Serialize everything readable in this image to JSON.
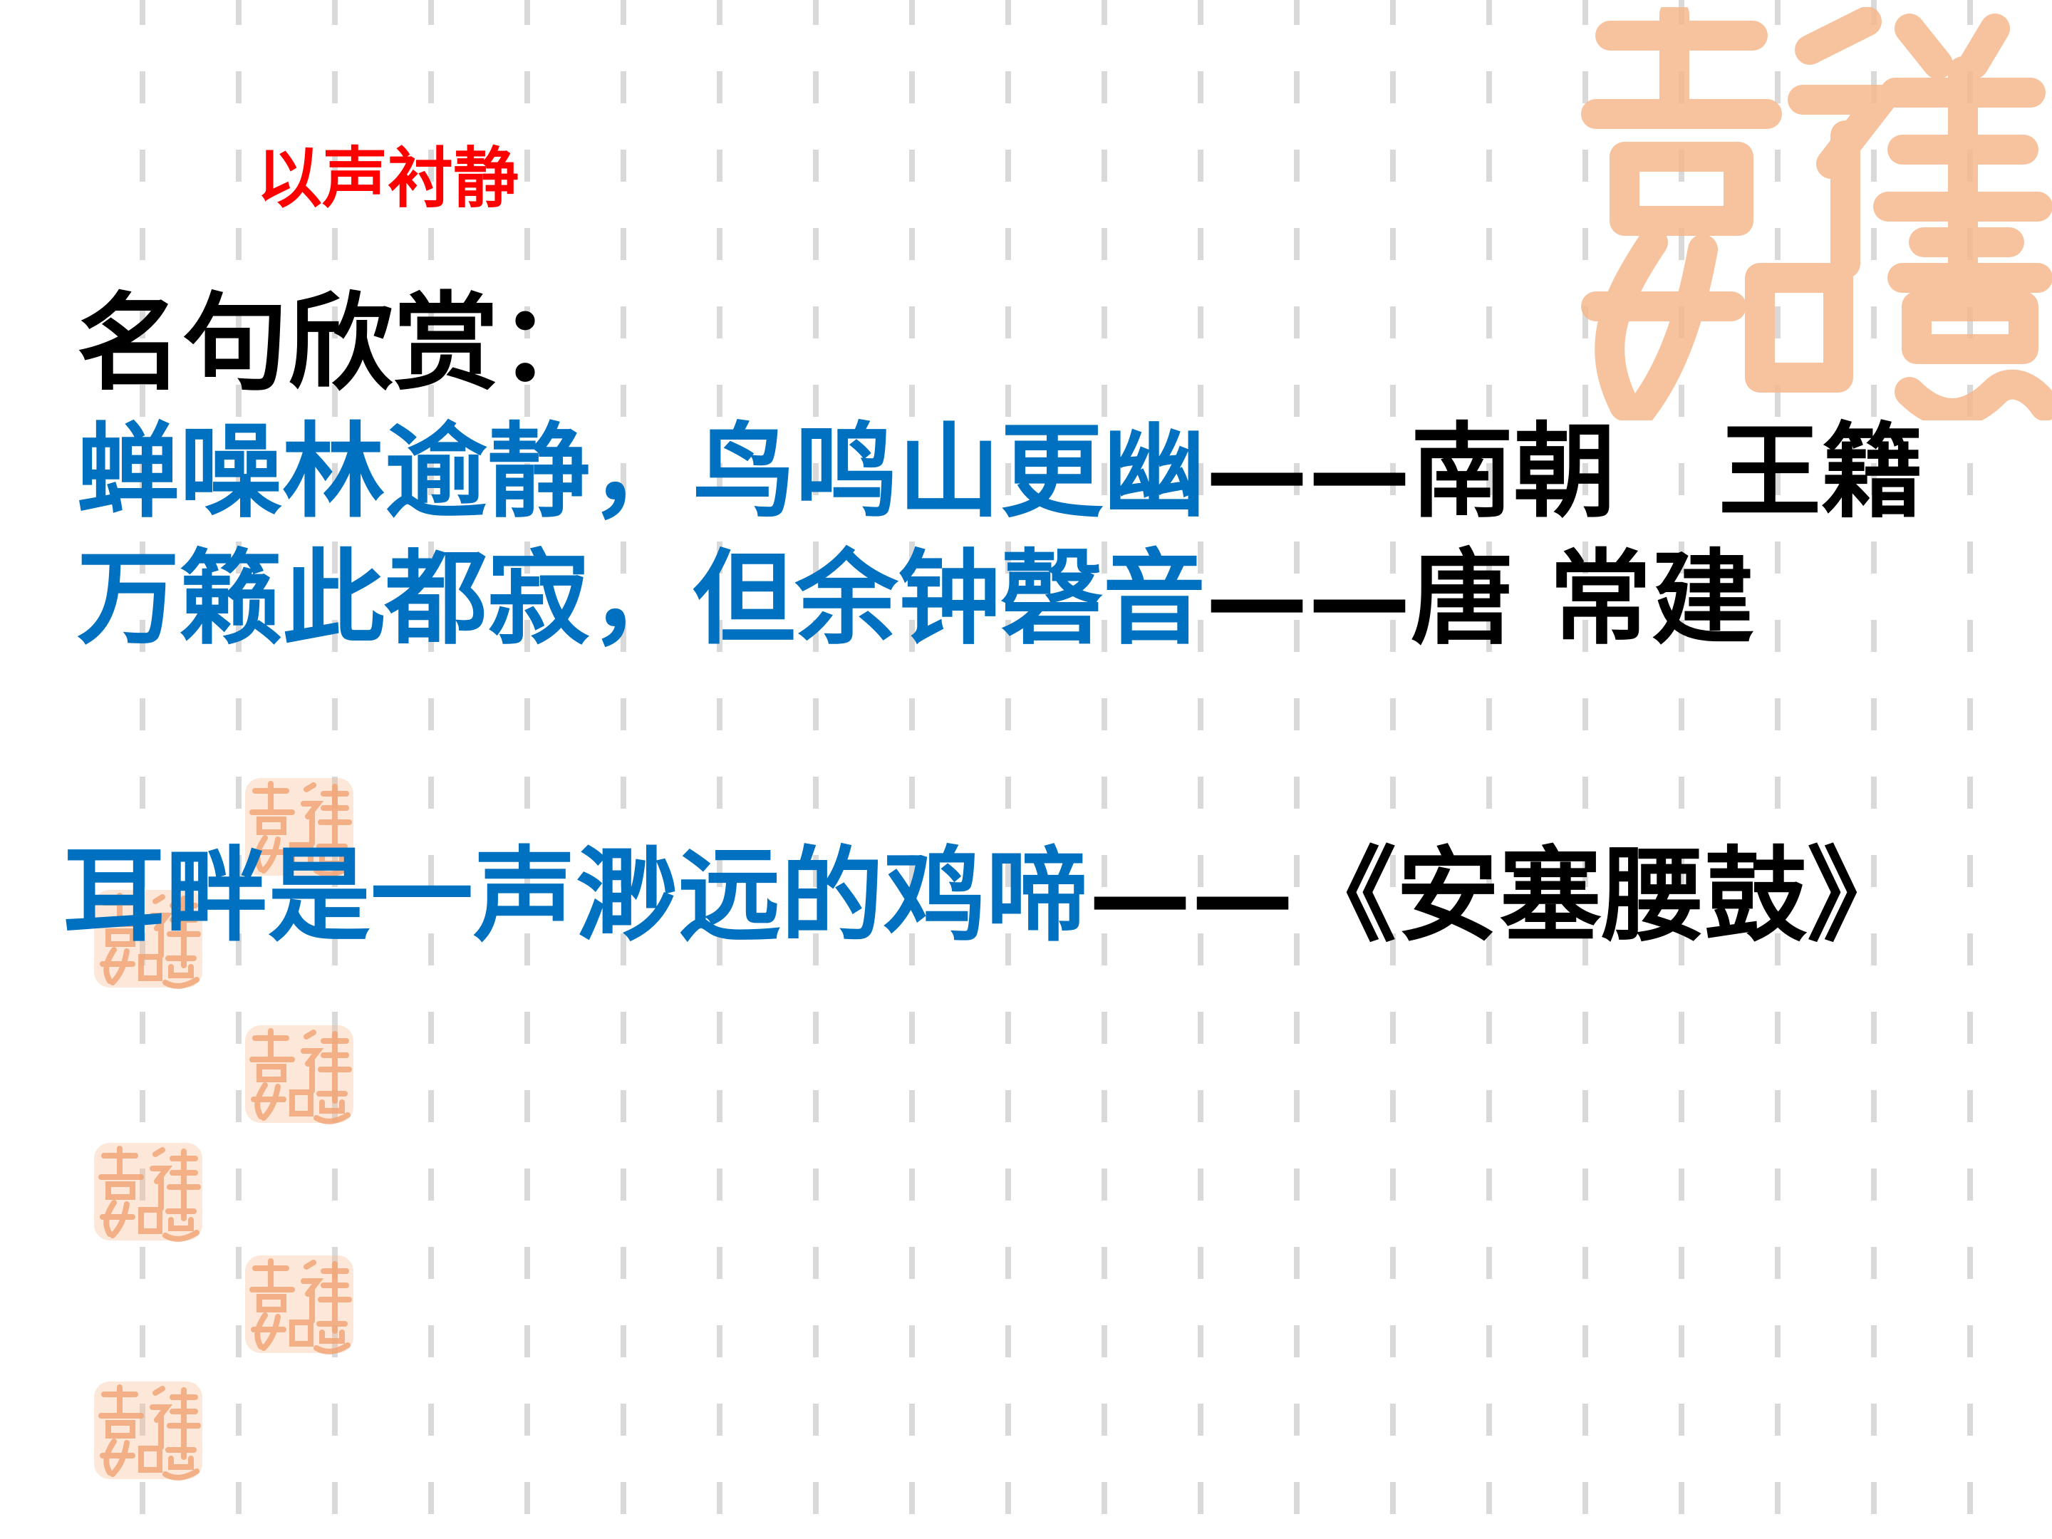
{
  "slide": {
    "accent_label": "以声衬静",
    "heading": "名句欣赏：",
    "quotes": [
      {
        "verse": "蝉噪林逾静，鸟鸣山更幽",
        "source": "——南朝　王籍"
      },
      {
        "verse": "万籁此都寂，但余钟磬音",
        "source": "——唐  常建"
      },
      {
        "verse": "耳畔是一声渺远的鸡啼",
        "source": "——《安塞腰鼓》"
      }
    ]
  },
  "decoration": {
    "seal_text": "吉祥如意",
    "seal_color": "#f6b98e",
    "dash_color": "#d9d9d9",
    "accent_color": "#ff0000",
    "verse_color": "#0070c0",
    "text_color": "#000000"
  }
}
